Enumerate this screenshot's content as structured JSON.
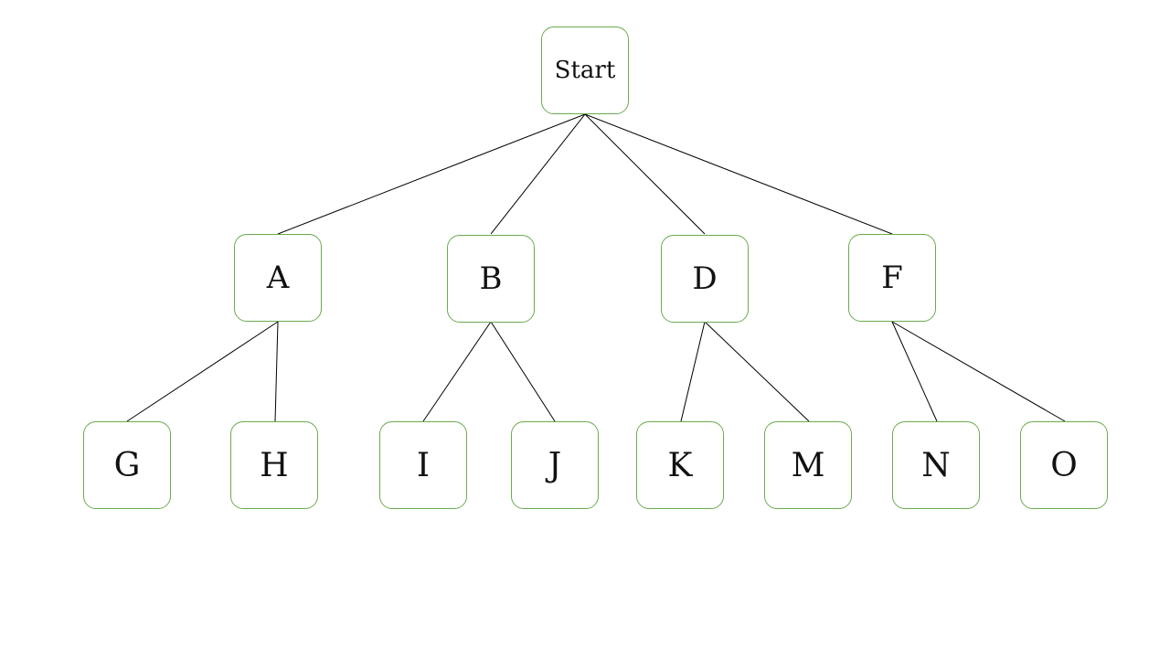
{
  "diagram": {
    "type": "tree",
    "root": {
      "label": "Start",
      "children": [
        {
          "label": "A",
          "children": [
            {
              "label": "G"
            },
            {
              "label": "H"
            }
          ]
        },
        {
          "label": "B",
          "children": [
            {
              "label": "I"
            },
            {
              "label": "J"
            }
          ]
        },
        {
          "label": "D",
          "children": [
            {
              "label": "K"
            },
            {
              "label": "M"
            }
          ]
        },
        {
          "label": "F",
          "children": [
            {
              "label": "N"
            },
            {
              "label": "O"
            }
          ]
        }
      ]
    },
    "colors": {
      "node_border": "#6aab4f",
      "edge": "#000000",
      "background": "#ffffff"
    }
  }
}
